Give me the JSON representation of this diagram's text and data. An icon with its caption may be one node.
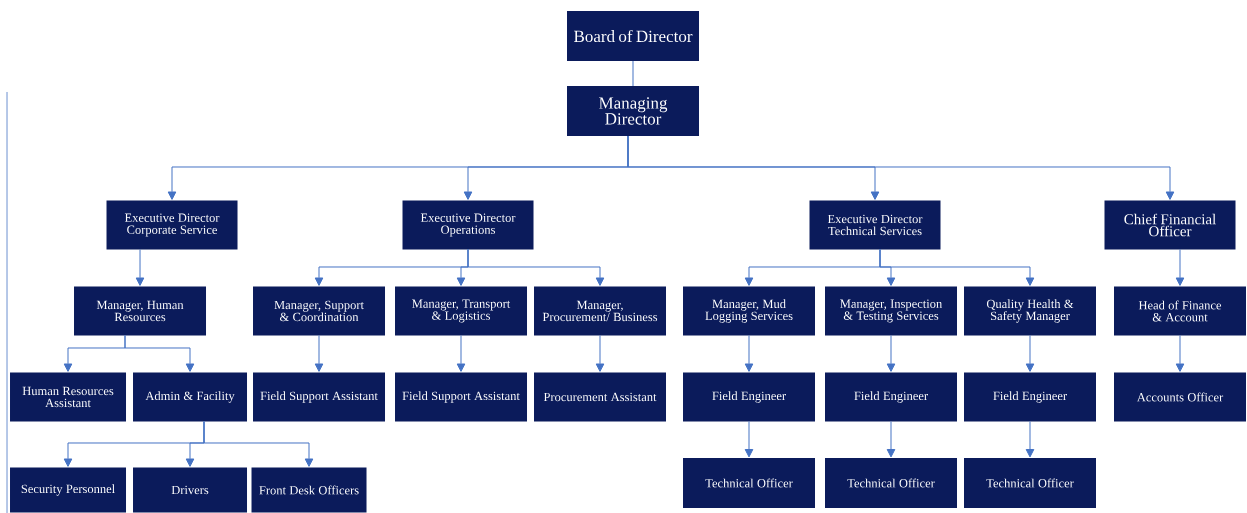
{
  "diagram": {
    "nodes": [
      {
        "text": [
          "Board of Director"
        ]
      },
      {
        "text": [
          "Managing Director"
        ]
      },
      {
        "text": [
          "Executive Director Corporate Service"
        ]
      },
      {
        "text": [
          "Executive Director Operations"
        ]
      },
      {
        "text": [
          "Executive Director Technical Services"
        ]
      },
      {
        "text": [
          "Chief Financial Officer"
        ]
      },
      {
        "text": [
          "Manager, Human Resources"
        ]
      },
      {
        "text": [
          "Manager, Support & Coordination"
        ]
      },
      {
        "text": [
          "Manager, Transport & Logistics"
        ]
      },
      {
        "text": [
          "Manager, Procurement/ Business"
        ]
      },
      {
        "text": [
          "Manager, Mud Logging Services"
        ]
      },
      {
        "text": [
          "Manager, Inspection & Testing Services"
        ]
      },
      {
        "text": [
          "Quality Health & Safety Manager"
        ]
      },
      {
        "text": [
          "Head of Finance & Account"
        ]
      },
      {
        "text": [
          "Human Resources Assistant"
        ]
      },
      {
        "text": [
          "Admin & Facility"
        ]
      },
      {
        "text": [
          "Field Support Assistant"
        ]
      },
      {
        "text": [
          "Field Support Assistant"
        ]
      },
      {
        "text": [
          "Procurement Assistant"
        ]
      },
      {
        "text": [
          "Field Engineer"
        ]
      },
      {
        "text": [
          "Field Engineer"
        ]
      },
      {
        "text": [
          "Field Engineer"
        ]
      },
      {
        "text": [
          "Accounts Officer"
        ]
      },
      {
        "text": [
          "Security Personnel"
        ]
      },
      {
        "text": [
          "Drivers"
        ]
      },
      {
        "text": [
          "Front Desk Officers"
        ]
      },
      {
        "text": [
          "Technical Officer"
        ]
      },
      {
        "text": [
          "Technical Officer"
        ]
      },
      {
        "text": [
          "Technical Officer"
        ]
      }
    ],
    "edges": [
      {
        "from": 0,
        "to": 1,
        "arrow": "none"
      },
      {
        "from": 1,
        "to": 2,
        "arrow": "to"
      },
      {
        "from": 1,
        "to": 3,
        "arrow": "to"
      },
      {
        "from": 1,
        "to": 4,
        "arrow": "to"
      },
      {
        "from": 1,
        "to": 5,
        "arrow": "to"
      },
      {
        "from": 2,
        "to": 6,
        "arrow": "to"
      },
      {
        "from": 3,
        "to": 7,
        "arrow": "to"
      },
      {
        "from": 3,
        "to": 8,
        "arrow": "to"
      },
      {
        "from": 3,
        "to": 9,
        "arrow": "to"
      },
      {
        "from": 4,
        "to": 10,
        "arrow": "to"
      },
      {
        "from": 4,
        "to": 11,
        "arrow": "to"
      },
      {
        "from": 4,
        "to": 12,
        "arrow": "to"
      },
      {
        "from": 5,
        "to": 13,
        "arrow": "to"
      },
      {
        "from": 6,
        "to": 14,
        "arrow": "to"
      },
      {
        "from": 6,
        "to": 15,
        "arrow": "to"
      },
      {
        "from": 7,
        "to": 16,
        "arrow": "to"
      },
      {
        "from": 8,
        "to": 17,
        "arrow": "to"
      },
      {
        "from": 9,
        "to": 18,
        "arrow": "to"
      },
      {
        "from": 10,
        "to": 19,
        "arrow": "to"
      },
      {
        "from": 11,
        "to": 20,
        "arrow": "to"
      },
      {
        "from": 12,
        "to": 21,
        "arrow": "to"
      },
      {
        "from": 13,
        "to": 22,
        "arrow": "to"
      },
      {
        "from": 15,
        "to": 23,
        "arrow": "to"
      },
      {
        "from": 15,
        "to": 24,
        "arrow": "to"
      },
      {
        "from": 15,
        "to": 25,
        "arrow": "to"
      },
      {
        "from": 19,
        "to": 26,
        "arrow": "to"
      },
      {
        "from": 20,
        "to": 27,
        "arrow": "to"
      },
      {
        "from": 21,
        "to": 28,
        "arrow": "to"
      }
    ]
  }
}
